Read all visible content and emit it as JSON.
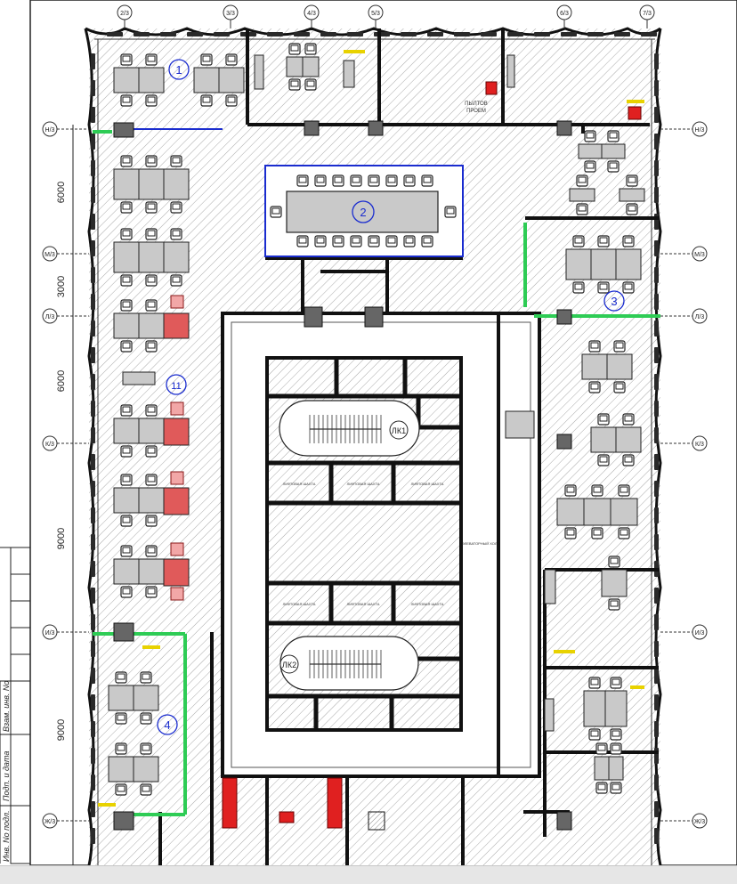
{
  "drawing": {
    "axis_labels": [
      "2/3",
      "3/3",
      "4/3",
      "5/3",
      "6/3",
      "7/3"
    ],
    "row_labels": [
      "Н/3",
      "М/3",
      "Л/3",
      "К/3",
      "И/3",
      "Ж/3"
    ],
    "dimensions": [
      "6000",
      "3000",
      "6000",
      "9000",
      "9000"
    ],
    "room_numbers": [
      "1",
      "2",
      "3",
      "4",
      "11"
    ],
    "stair_labels": [
      "ЛК1",
      "ЛК2"
    ],
    "shaft_label": "ЛИФТОВАЯ ШАХТА",
    "opening_label": [
      "ПЫЛТОВ",
      "ПРОЕМ"
    ],
    "corridor_label": "ЭЛЕВАТОРНЫЙ ХОЛЛ"
  },
  "stamp": {
    "fields": [
      "Инв. No подл.",
      "Подп. и дата",
      "Взам. инв. No"
    ]
  },
  "colors": {
    "wall": "#111111",
    "hatch": "#9a9a9a",
    "furniture": "#c9c9c9",
    "partition_green": "#2ecc55",
    "partition_blue": "#1a2ccf",
    "highlight_red": "#e05a5a",
    "marker_yellow": "#e8d200"
  }
}
